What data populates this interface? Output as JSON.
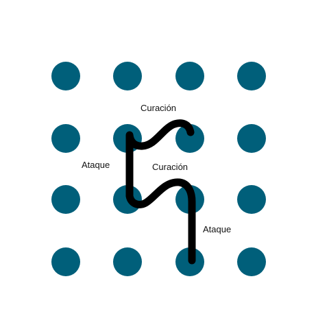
{
  "grid": {
    "rows": 4,
    "cols": 4,
    "dot_color": "#005f7a"
  },
  "path": {
    "stroke_color": "#000000"
  },
  "labels": {
    "curacion_top": "Curación",
    "curacion_mid": "Curación",
    "ataque_left": "Ataque",
    "ataque_right": "Ataque"
  }
}
